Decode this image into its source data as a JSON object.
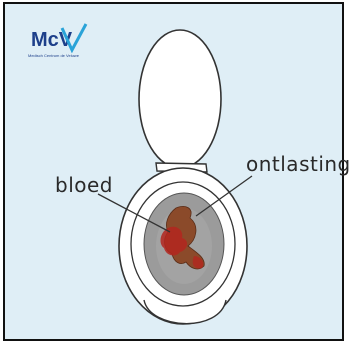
{
  "logo": {
    "mark": "McV",
    "tagline": "Medisch Centrum de Veluwe",
    "colors": {
      "primary": "#1d3f8a",
      "accent": "#2aa3d8"
    }
  },
  "labels": {
    "blood": "bloed",
    "stool": "ontlasting"
  },
  "colors": {
    "background": "#dfeef6",
    "outline": "#333333",
    "bowl_water": "#9b9b9b",
    "stool": "#8b4a2a",
    "blood": "#b3261e"
  }
}
